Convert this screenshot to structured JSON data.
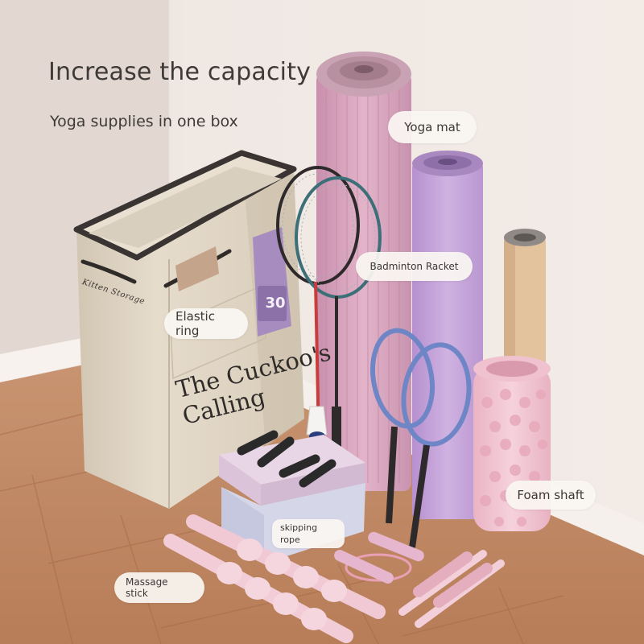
{
  "heading": "Increase the capacity",
  "subheading": "Yoga supplies in one box",
  "labels": {
    "yoga_mat": "Yoga mat",
    "badminton_racket": "Badminton Racket",
    "elastic_ring": "Elastic ring",
    "foam_shaft": "Foam shaft",
    "skipping_rope_line1": "skipping",
    "skipping_rope_line2": "rope",
    "massage_stick": "Massage stick"
  },
  "box": {
    "print_line1": "The Cuckoo's",
    "print_line2": "Calling",
    "brand": "Kitten Storage"
  },
  "elastic_band_tag": "30",
  "colors": {
    "wall": "#efe7e2",
    "floor": "#c58c66",
    "box": "#ddd3c3",
    "rolled_mat": "#d9a9c0",
    "purple_mat": "#c7a6d9",
    "foam": "#f1c8d3"
  }
}
